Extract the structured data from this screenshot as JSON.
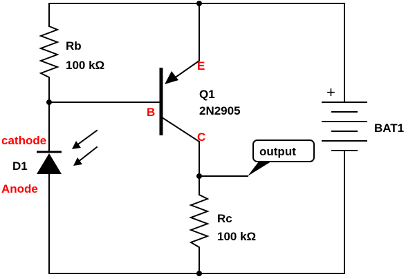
{
  "colors": {
    "wire": "#000000",
    "pin_label": "#ff0000",
    "background": "#ffffff"
  },
  "components": {
    "rb": {
      "ref": "Rb",
      "value": "100 kΩ"
    },
    "rc": {
      "ref": "Rc",
      "value": "100 kΩ"
    },
    "q1": {
      "ref": "Q1",
      "part": "2N2905",
      "pins": {
        "emitter": "E",
        "base": "B",
        "collector": "C"
      }
    },
    "d1": {
      "ref": "D1",
      "cathode_label": "cathode",
      "anode_label": "Anode"
    },
    "bat1": {
      "ref": "BAT1",
      "plus": "+"
    }
  },
  "net_label": {
    "text": "output"
  }
}
